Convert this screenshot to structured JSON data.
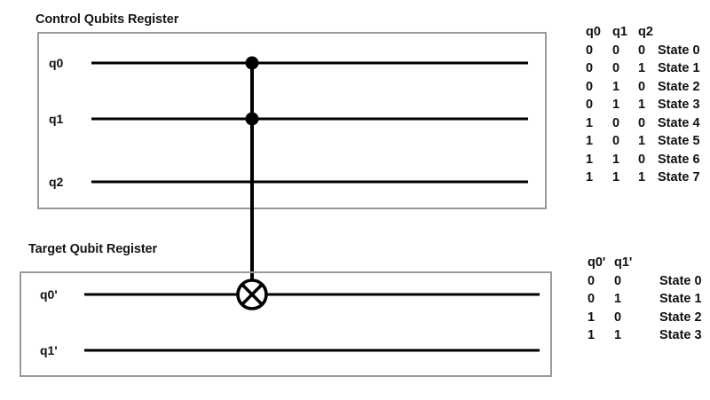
{
  "diagram": {
    "type": "quantum-circuit",
    "title_control": "Control Qubits Register",
    "title_target": "Target Qubit Register"
  },
  "control_register": {
    "label": "Control Qubits Register",
    "qubits": [
      {
        "name": "q0",
        "has_control_dot": true
      },
      {
        "name": "q1",
        "has_control_dot": true
      },
      {
        "name": "q2",
        "has_control_dot": false
      }
    ]
  },
  "target_register": {
    "label": "Target Qubit Register",
    "qubits": [
      {
        "name": "q0'",
        "has_gate": true,
        "gate": "xor-circle"
      },
      {
        "name": "q1'",
        "has_gate": false,
        "gate": ""
      }
    ]
  },
  "gate": {
    "name": "toffoli-xor-gate",
    "symbol": "circle-with-x",
    "controls": [
      "q0",
      "q1"
    ],
    "target": "q0'"
  },
  "control_table": {
    "headers": [
      "q0",
      "q1",
      "q2"
    ],
    "rows": [
      {
        "bits": [
          "0",
          "0",
          "0"
        ],
        "state": "State 0"
      },
      {
        "bits": [
          "0",
          "0",
          "1"
        ],
        "state": "State 1"
      },
      {
        "bits": [
          "0",
          "1",
          "0"
        ],
        "state": "State 2"
      },
      {
        "bits": [
          "0",
          "1",
          "1"
        ],
        "state": "State 3"
      },
      {
        "bits": [
          "1",
          "0",
          "0"
        ],
        "state": "State 4"
      },
      {
        "bits": [
          "1",
          "0",
          "1"
        ],
        "state": "State 5"
      },
      {
        "bits": [
          "1",
          "1",
          "0"
        ],
        "state": "State 6"
      },
      {
        "bits": [
          "1",
          "1",
          "1"
        ],
        "state": "State 7"
      }
    ]
  },
  "target_table": {
    "headers": [
      "q0'",
      "q1'"
    ],
    "rows": [
      {
        "bits": [
          "0",
          "0"
        ],
        "state": "State 0"
      },
      {
        "bits": [
          "0",
          "1"
        ],
        "state": "State 1"
      },
      {
        "bits": [
          "1",
          "0"
        ],
        "state": "State 2"
      },
      {
        "bits": [
          "1",
          "1"
        ],
        "state": "State 3"
      }
    ]
  },
  "colors": {
    "box_border": "#9a9a9a",
    "wire": "#000000",
    "text": "#111111",
    "background": "#ffffff"
  }
}
